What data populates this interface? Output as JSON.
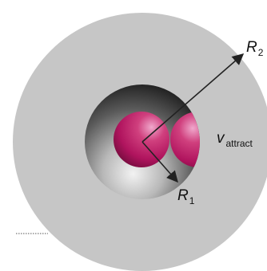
{
  "labels": {
    "r2": {
      "symbol": "R",
      "subscript": "2"
    },
    "r1": {
      "symbol": "R",
      "subscript": "1"
    },
    "v": {
      "symbol": "v",
      "subscript": "attract"
    }
  },
  "colors": {
    "outer_sphere": "#c6c6c6",
    "inner_shell_dark": "#1e1e1e",
    "inner_shell_light": "#f2f2f2",
    "particle_magenta": "#b0145e",
    "particle_highlight": "#f0a8cc",
    "arrow": "#222222",
    "dotted_line": "#555555"
  }
}
